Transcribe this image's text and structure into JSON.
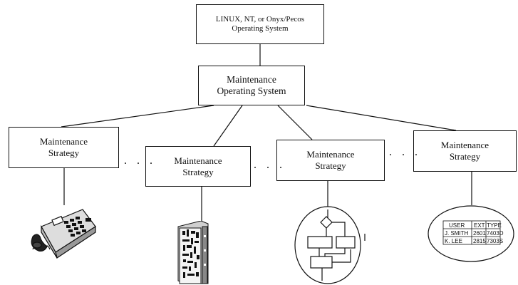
{
  "top_box": {
    "line1": "LINUX, NT, or Onyx/Pecos",
    "line2": "Operating System"
  },
  "middle_box": {
    "line1": "Maintenance",
    "line2": "Operating System"
  },
  "strategies": [
    {
      "line1": "Maintenance",
      "line2": "Strategy"
    },
    {
      "line1": "Maintenance",
      "line2": "Strategy"
    },
    {
      "line1": "Maintenance",
      "line2": "Strategy"
    },
    {
      "line1": "Maintenance",
      "line2": "Strategy"
    }
  ],
  "ellipsis": ". . .",
  "table_icon": {
    "headers": [
      "USER",
      "EXT",
      "TYPE"
    ],
    "rows": [
      [
        "J. SMITH",
        "2601",
        "7403D"
      ],
      [
        "K. LEE",
        "2815",
        "7303S"
      ]
    ]
  },
  "icons": [
    "telephone-icon",
    "circuit-board-icon",
    "flowchart-icon",
    "database-table-icon"
  ],
  "colors": {
    "ink": "#111111",
    "background": "#ffffff"
  }
}
